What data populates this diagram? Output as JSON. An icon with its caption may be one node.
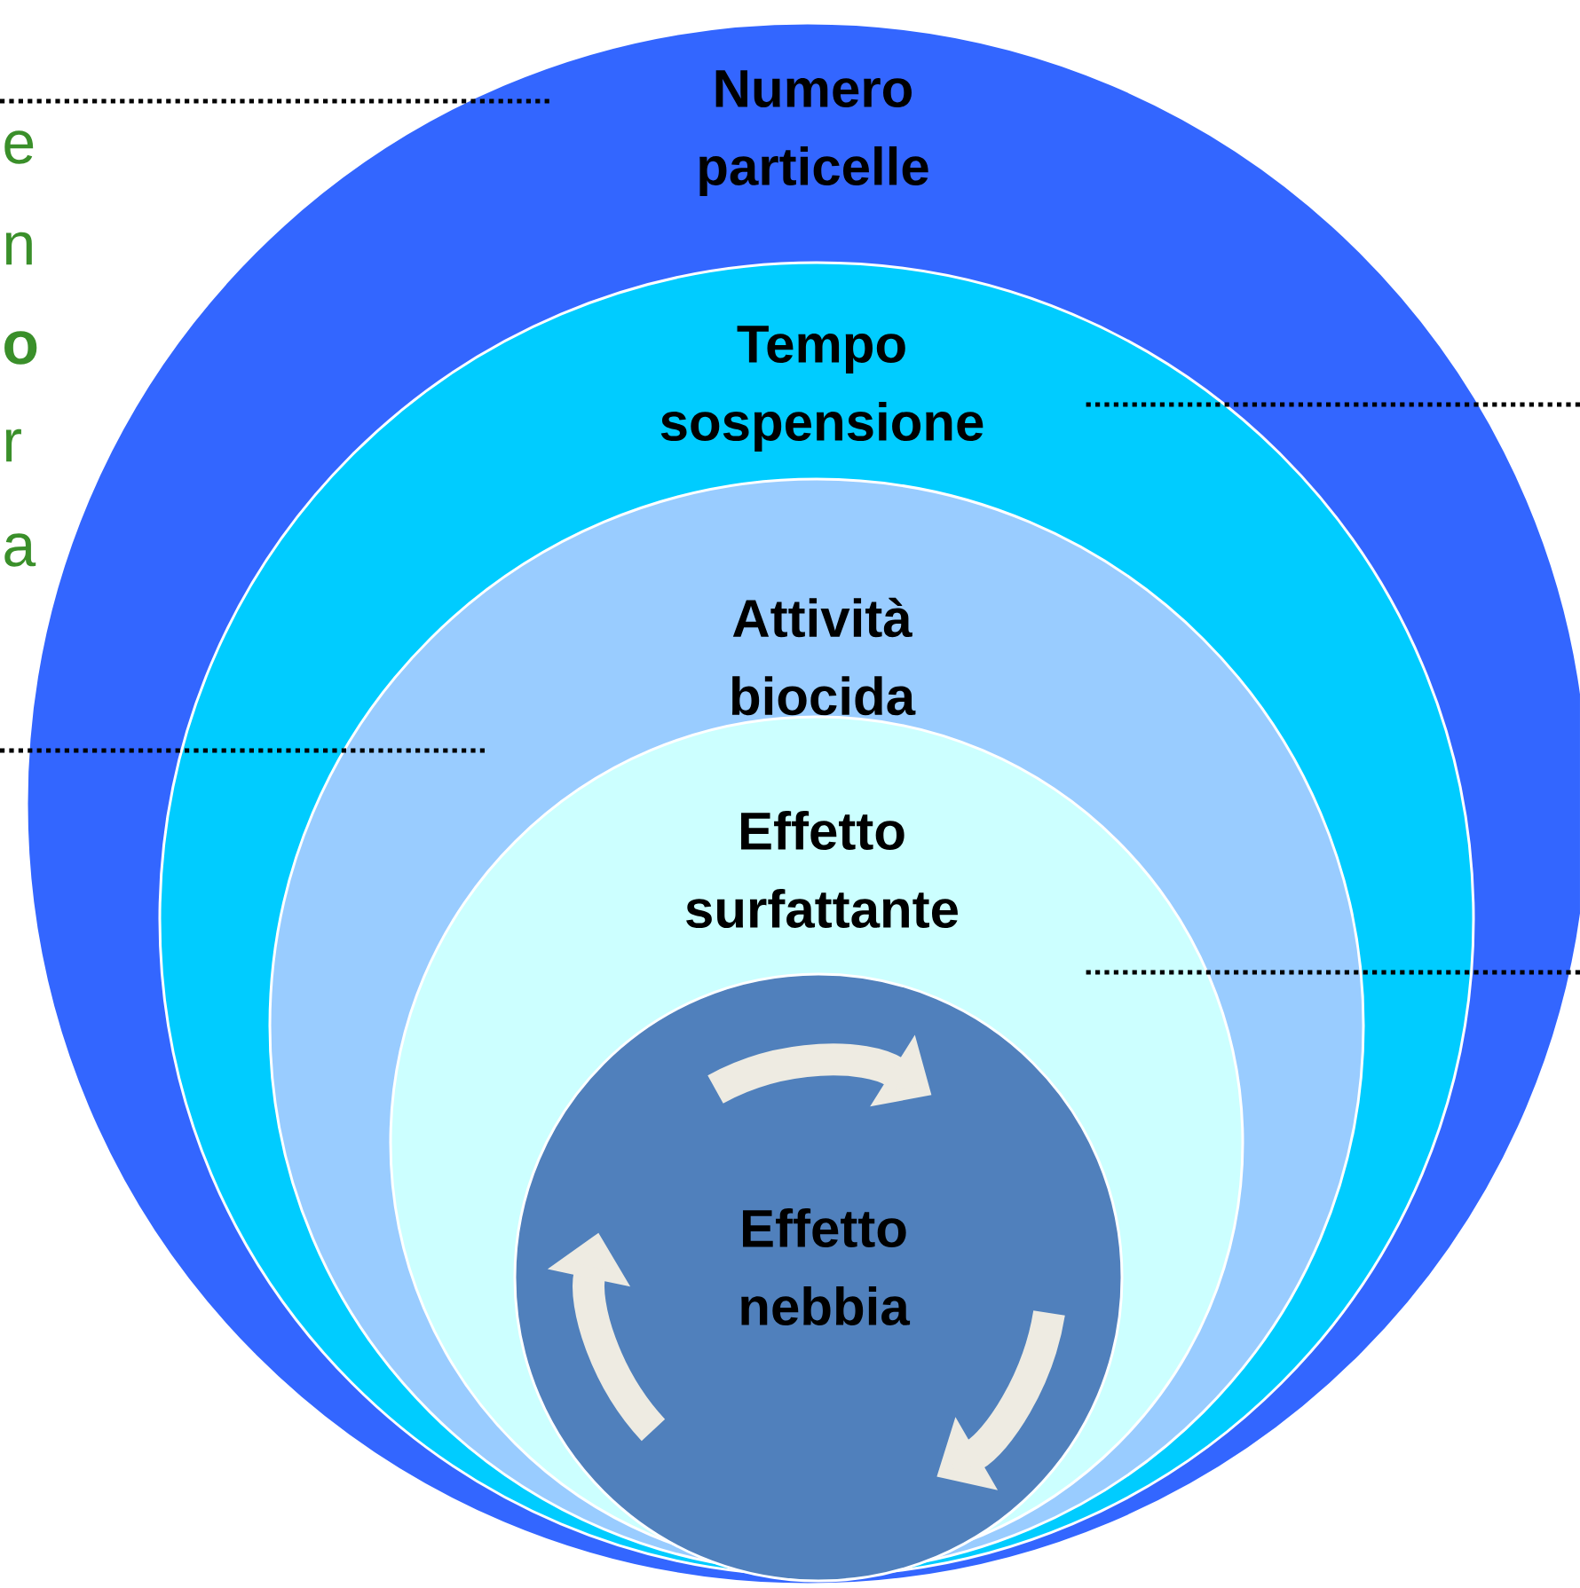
{
  "diagram": {
    "nodes": [
      {
        "text": [
          "Numero particelle"
        ]
      },
      {
        "text": [
          "Tempo sospensione"
        ],
        "in": 0
      },
      {
        "text": [
          "Attività biocida"
        ],
        "in": 1
      },
      {
        "text": [
          "Effetto surfattante"
        ],
        "in": 2
      },
      {
        "text": [
          "Effetto nebbia"
        ],
        "in": 3
      }
    ],
    "edges": [
      {
        "from": null,
        "to": 0,
        "arrow": "none",
        "style": "dashed"
      },
      {
        "from": null,
        "to": 1,
        "arrow": "none",
        "style": "dashed"
      },
      {
        "from": null,
        "to": 2,
        "arrow": "none",
        "style": "dashed"
      },
      {
        "from": null,
        "to": 3,
        "arrow": "none",
        "style": "dashed"
      }
    ],
    "labels": [
      "e",
      "n",
      "o",
      "r",
      "a"
    ]
  }
}
